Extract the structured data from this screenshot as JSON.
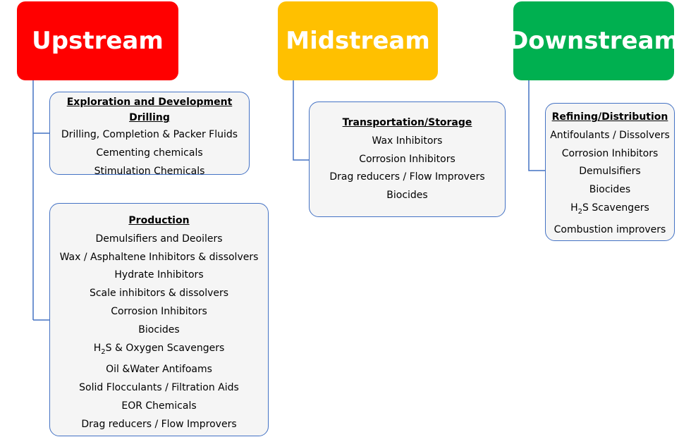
{
  "colors": {
    "upstream": "#ff0000",
    "midstream": "#ffc000",
    "downstream": "#00b050",
    "connector": "#4472c4"
  },
  "upstream": {
    "label": "Upstream",
    "exploration": {
      "title": "Exploration and Development Drilling",
      "items": [
        "Drilling, Completion & Packer Fluids",
        "Cementing chemicals",
        "Stimulation Chemicals"
      ]
    },
    "production": {
      "title": "Production",
      "items": [
        "Demulsifiers and Deoilers",
        "Wax / Asphaltene Inhibitors & dissolvers",
        "Hydrate Inhibitors",
        "Scale inhibitors & dissolvers",
        "Corrosion Inhibitors",
        "Biocides"
      ],
      "h2s": {
        "pre": "H",
        "sub": "2",
        "post": "S & Oxygen Scavengers"
      },
      "items_after": [
        "Oil &Water Antifoams",
        "Solid Flocculants / Filtration Aids",
        "EOR Chemicals",
        "Drag reducers / Flow Improvers"
      ]
    }
  },
  "midstream": {
    "label": "Midstream",
    "transport": {
      "title": "Transportation/Storage",
      "items": [
        "Wax Inhibitors",
        "Corrosion Inhibitors",
        "Drag reducers / Flow Improvers",
        "Biocides"
      ]
    }
  },
  "downstream": {
    "label": "Downstream",
    "refining": {
      "title": "Refining/Distribution",
      "items": [
        "Antifoulants / Dissolvers",
        "Corrosion Inhibitors",
        "Demulsifiers",
        "Biocides"
      ],
      "h2s": {
        "pre": "H",
        "sub": "2",
        "post": "S Scavengers"
      },
      "items_after": [
        "Combustion improvers"
      ]
    }
  }
}
